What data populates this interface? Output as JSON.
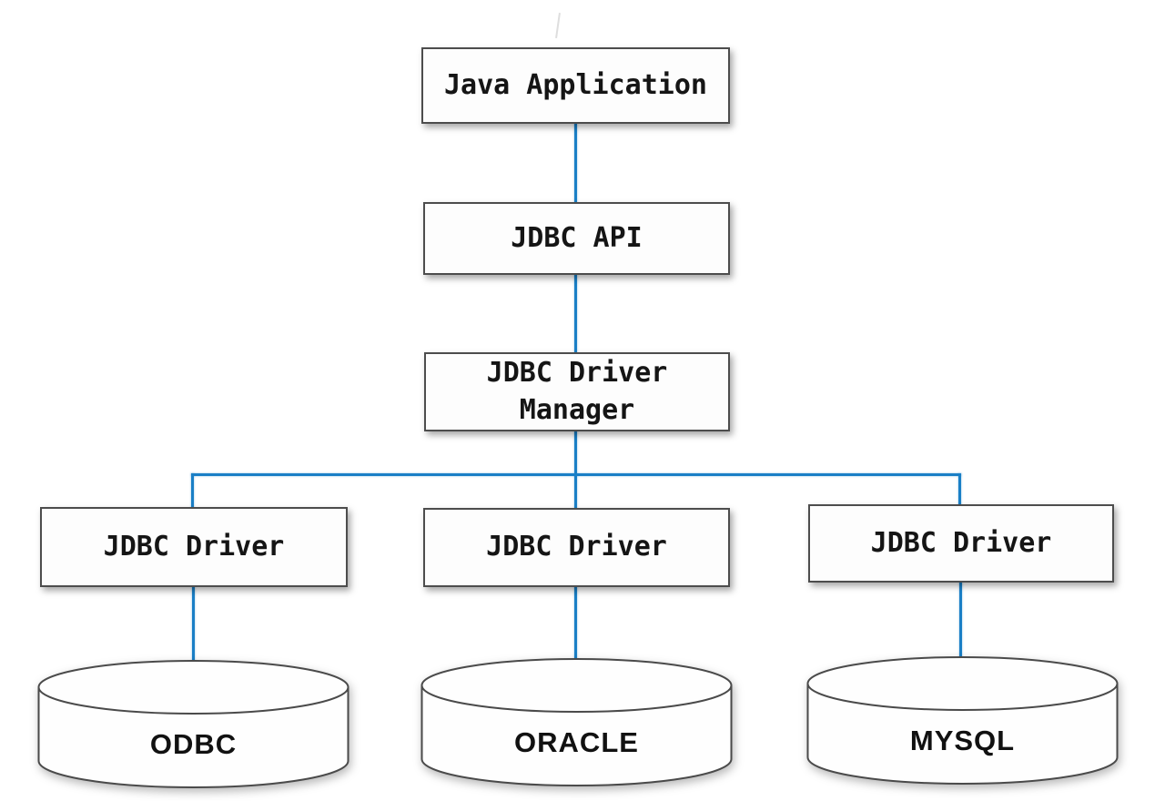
{
  "colors": {
    "connector_blue": "#1a7fc6",
    "box_border_gray": "#4d4d4d",
    "box_fill": "#fdfdfd",
    "label_text": "#151515"
  },
  "nodes": {
    "java_application": {
      "label": "Java Application"
    },
    "jdbc_api": {
      "label": "JDBC API"
    },
    "jdbc_driver_manager": {
      "label": "JDBC Driver\nManager"
    },
    "jdbc_driver_left": {
      "label": "JDBC Driver"
    },
    "jdbc_driver_middle": {
      "label": "JDBC Driver"
    },
    "jdbc_driver_right": {
      "label": "JDBC Driver"
    }
  },
  "databases": {
    "odbc": {
      "label": "ODBC"
    },
    "oracle": {
      "label": "ORACLE"
    },
    "mysql": {
      "label": "MYSQL"
    }
  }
}
